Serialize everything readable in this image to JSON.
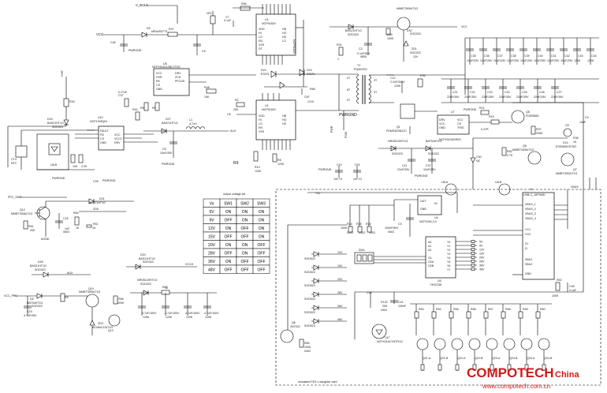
{
  "labels": {
    "v_bulk": "V_BULK",
    "vcc": "VCC",
    "vcc_top": "VCC",
    "hvr": "HVR",
    "aux": "AUX",
    "ppc_skip": "PPC_SKIP",
    "agnd": "AGND",
    "vcc_ppc": "VCC_PPC",
    "vcch": "VCCH",
    "pwr": "PWR",
    "psw": "PSW",
    "vbus": "VBUS",
    "plus5v": "+5V",
    "pwrgnd1": "PWRGND",
    "pwrgnd2": "PWRGND",
    "pwrgnd3": "PWRGND",
    "pwrgnd4": "PWRGND",
    "aux_mid": "AUX",
    "aux_low": "AUX",
    "vcch_low": "VCCH"
  },
  "parts": {
    "u8": "U8",
    "u8_part": "NCP1616x1ABC2T6G",
    "u1": "U1",
    "u1_part": "NCP51820",
    "u1b": "U1",
    "u1b_part": "NCP51820",
    "u10": "U10",
    "u10_part": "NCP1345Q01",
    "u4": "U4",
    "u4_part": "NCP1090-3.3",
    "u5": "U5",
    "u5_part": "74HC238",
    "u7": "U7",
    "u7_part": "NCP4310ADR2G",
    "u17": "U17",
    "u17_part": "NCP431AC1NTR1G",
    "j1": "J1",
    "j1_part": "USB-C_16PSMD",
    "t1": "T1",
    "t1_part": "PQ50/2S0",
    "q1": "Q1",
    "q1_part": "FDMS4D0N12C",
    "q5": "Q5",
    "q5_part": "FDMS4D0N12C",
    "q7": "Q7",
    "q7_part": "MMBT3904LT1G",
    "q8": "Q8",
    "q8_part": "MMBT3906LT1G",
    "q10": "Q10",
    "q10_part": "MMBT3906LT1G",
    "q12": "Q12",
    "q12_part": "MMBT3906LT1G",
    "q21": "Q21",
    "d5": "D5",
    "d5_part": "MRA4007T3",
    "d22": "D22",
    "d22_part": "ES1FL",
    "d23": "D23",
    "d23_part": "ES1FL",
    "d24": "D24",
    "d24_part": "BAS21HT1G",
    "d27": "D27",
    "d27_part": "BAS21HT1G",
    "d31": "D31",
    "d31_part": "BAS21HT1G",
    "l1": "L1",
    "l1_part": "4.7uH",
    "nbrs_block": "NRVB120HT1G",
    "mmbt_top": "MMBT3906LT1G",
    "bas_top": "BAS21HT1G",
    "sod": "SOD323",
    "c_row": [
      "C35",
      "C36",
      "C37",
      "C38",
      "C39",
      "C40",
      "C41",
      "C42",
      "C43",
      "C44"
    ],
    "c_row_vals": [
      "10uF/25V",
      "10uF/25V",
      "10uF/25V",
      "10uF/25V",
      "10uF/25V",
      "10uF/25V",
      "10uF/25V",
      "10uF/25V",
      "1206",
      "1206"
    ],
    "c_low_row": [
      "C21",
      "C22",
      "C23",
      "C24",
      "C25",
      "C26",
      "C27"
    ],
    "c_low_vals": [
      "22uF/35V",
      "22uF/35V",
      "22uF/35V",
      "22uF/35V",
      "22uF/35V",
      "22uF/35V",
      "22uF/35V"
    ],
    "zeners": [
      "5V",
      "9V",
      "12V",
      "15V",
      "20V",
      "28V",
      "36V",
      "48V"
    ],
    "led_volts": [
      "12V",
      "15V",
      "20V",
      "28V",
      "36V",
      "48V"
    ],
    "pd_sinks": [
      "Q21-A",
      "Q21-B",
      "Q22-A",
      "Q22-B",
      "Q23-A",
      "Q23-B",
      "Q24-A",
      "Q24-B"
    ]
  },
  "table": {
    "title": "output voltage set",
    "headers": [
      "Vo",
      "SW1",
      "SW2",
      "SW3"
    ],
    "rows": [
      [
        "5V",
        "ON",
        "ON",
        "ON"
      ],
      [
        "9V",
        "OFF",
        "ON",
        "ON"
      ],
      [
        "12V",
        "ON",
        "OFF",
        "ON"
      ],
      [
        "15V",
        "OFF",
        "OFF",
        "ON"
      ],
      [
        "20V",
        "ON",
        "ON",
        "OFF"
      ],
      [
        "28V",
        "OFF",
        "ON",
        "OFF"
      ],
      [
        "36V",
        "ON",
        "OFF",
        "OFF"
      ],
      [
        "48V",
        "OFF",
        "OFF",
        "OFF"
      ]
    ]
  },
  "box": {
    "caption": "simulated PD3.1 daughter card"
  },
  "watermark": {
    "brand": "COMPOTECH",
    "brand_sub": "China",
    "url": "www.compotech.com.cn"
  },
  "colors": {
    "brand": "#d21a1a",
    "ink": "#000000",
    "background": "#ffffff"
  }
}
